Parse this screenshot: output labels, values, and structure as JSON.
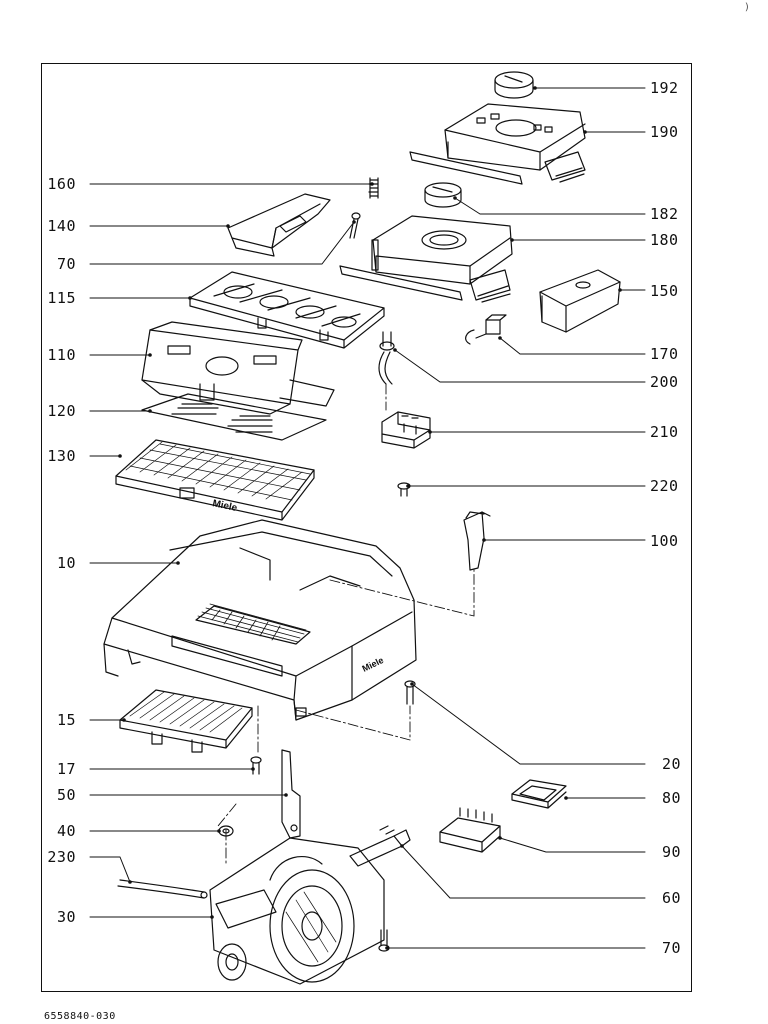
{
  "document_code": "6558840-030",
  "corner_mark": ")",
  "labels": {
    "p192": "192",
    "p190": "190",
    "p182": "182",
    "p180": "180",
    "p150": "150",
    "p170": "170",
    "p200": "200",
    "p210": "210",
    "p220": "220",
    "p100": "100",
    "p20": "20",
    "p80": "80",
    "p90": "90",
    "p60": "60",
    "p70b": "70",
    "p160": "160",
    "p140": "140",
    "p70a": "70",
    "p115": "115",
    "p110": "110",
    "p120": "120",
    "p130": "130",
    "p10": "10",
    "p15": "15",
    "p17": "17",
    "p50": "50",
    "p40": "40",
    "p230": "230",
    "p30": "30"
  },
  "brand_marks": [
    "Miele",
    "Miele"
  ]
}
